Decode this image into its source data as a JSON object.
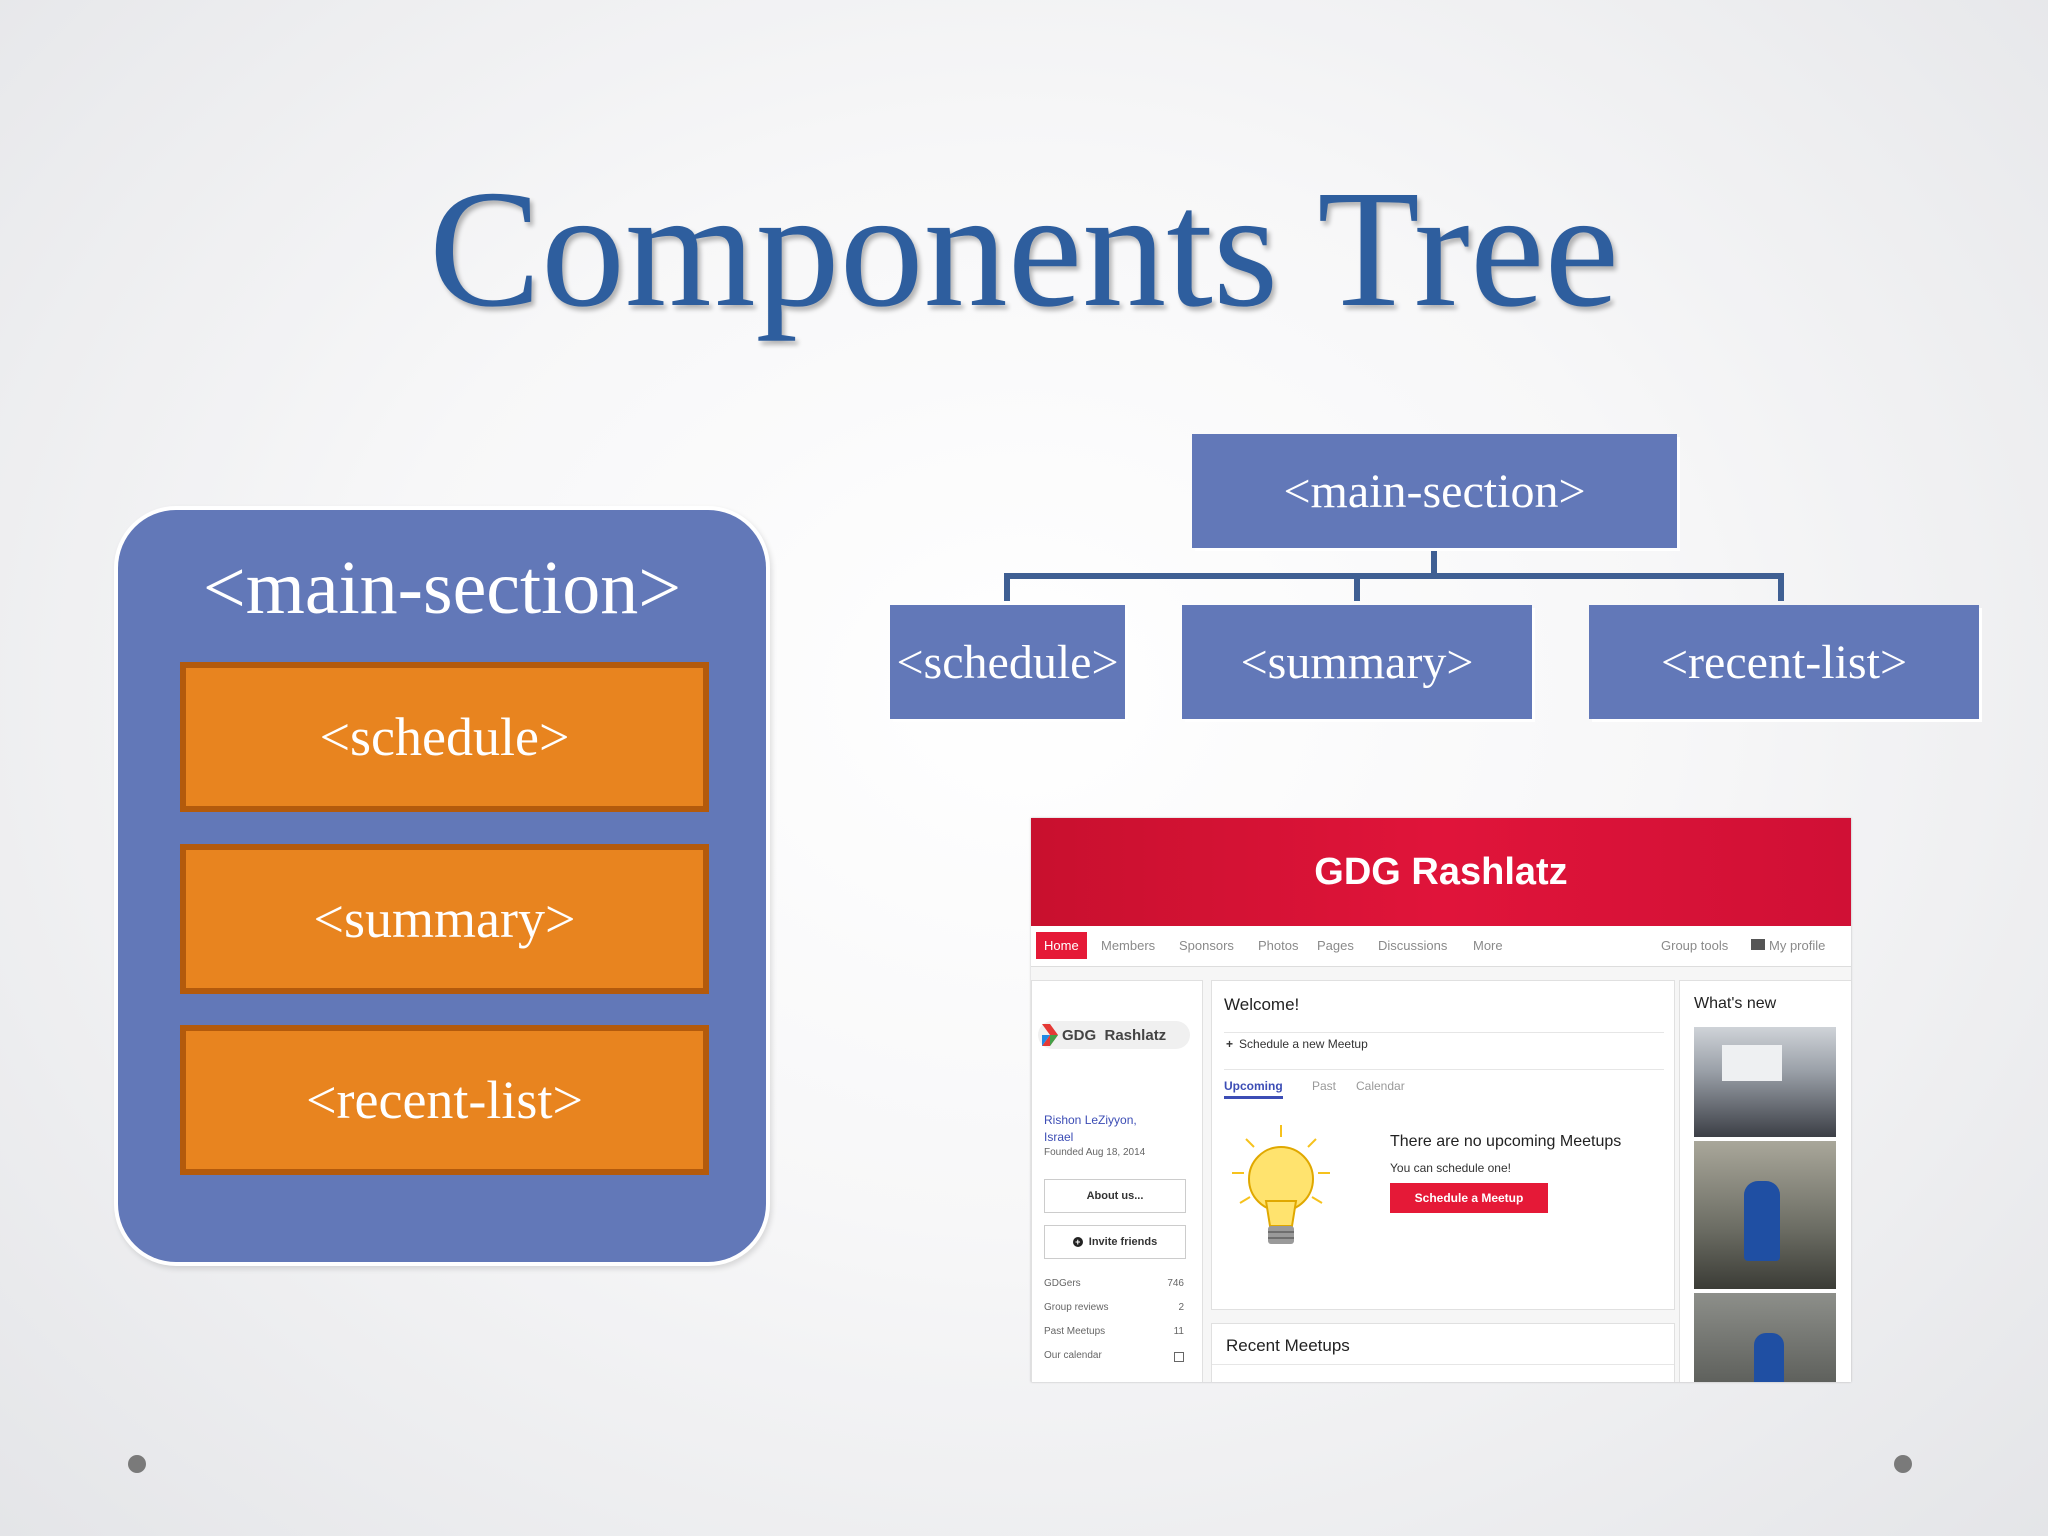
{
  "title": "Components Tree",
  "nested_view": {
    "container_label": "<main-section>",
    "children": [
      "<schedule>",
      "<summary>",
      "<recent-list>"
    ]
  },
  "tree_view": {
    "root": "<main-section>",
    "children": [
      "<schedule>",
      "<summary>",
      "<recent-list>"
    ]
  },
  "screenshot": {
    "banner_title": "GDG Rashlatz",
    "nav": {
      "items": [
        "Home",
        "Members",
        "Sponsors",
        "Photos",
        "Pages",
        "Discussions",
        "More"
      ],
      "right_items": [
        "Group tools",
        "My profile"
      ]
    },
    "sidebar": {
      "logo_text": "GDG  Rashlatz",
      "location_line1": "Rishon LeZiyyon,",
      "location_line2": "Israel",
      "founded": "Founded Aug 18, 2014",
      "about_button": "About us...",
      "invite_button": "Invite friends",
      "stats": [
        {
          "label": "GDGers",
          "value": "746"
        },
        {
          "label": "Group reviews",
          "value": "2"
        },
        {
          "label": "Past Meetups",
          "value": "11"
        },
        {
          "label": "Our calendar",
          "value": ""
        }
      ]
    },
    "main": {
      "welcome": "Welcome!",
      "schedule_link": "Schedule a new Meetup",
      "tabs": [
        "Upcoming",
        "Past",
        "Calendar"
      ],
      "empty_title": "There are no upcoming Meetups",
      "empty_sub": "You can schedule one!",
      "schedule_button": "Schedule a Meetup",
      "recent_title": "Recent Meetups"
    },
    "right": {
      "title": "What's new"
    },
    "colors": {
      "brand_red": "#e51937",
      "link_blue": "#3c4db5"
    }
  },
  "colors": {
    "title_blue": "#2e5e9e",
    "panel_blue": "#6278b8",
    "orange": "#e8841f"
  }
}
